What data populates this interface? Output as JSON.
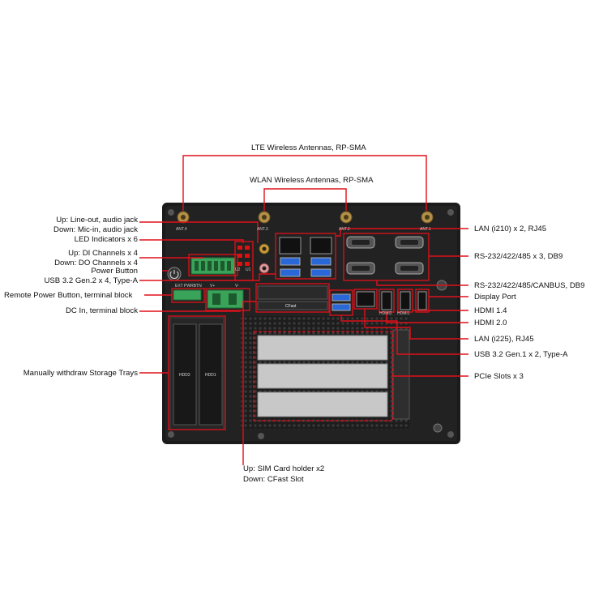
{
  "callouts": {
    "lte": "LTE Wireless Antennas, RP-SMA",
    "wlan": "WLAN Wireless Antennas, RP-SMA",
    "audio_up": "Up: Line-out, audio jack",
    "audio_down": "Down: Mic-in, audio jack",
    "led": "LED Indicators x 6",
    "di": "Up: DI Channels x 4",
    "do": "Down: DO Channels x 4",
    "power": "Power Button",
    "usb32": "USB 3.2 Gen.2 x 4, Type-A",
    "remote_power": "Remote Power Button, terminal block",
    "dc_in": "DC In, terminal block",
    "storage": "Manually withdraw Storage Trays",
    "sim_up": "Up: SIM Card holder x2",
    "sim_down": "Down: CFast Slot",
    "lan_i210": "LAN (i210) x 2, RJ45",
    "rs232x3": "RS-232/422/485 x 3, DB9",
    "rs232_can": "RS-232/422/485/CANBUS, DB9",
    "displayport": "Display Port",
    "hdmi14": "HDMI 1.4",
    "hdmi20": "HDMI 2.0",
    "lan_i225": "LAN (i225), RJ45",
    "usb32g1": "USB 3.2 Gen.1 x 2, Type-A",
    "pcie": "PCIe Slots x 3"
  },
  "panel": {
    "ant4": "ANT.4",
    "ant3": "ANT.3",
    "ant2": "ANT.2",
    "ant1": "ANT.1",
    "ext_pwr": "EXT PWRBTN",
    "v_plus": "V+",
    "v_minus": "V-",
    "cfast": "CFast",
    "hdd2": "HDD2",
    "hdd1": "HDD1",
    "u2": "U2",
    "u1": "U1",
    "hdmi2": "HDMI2",
    "hdmi1": "HDMI1"
  },
  "colors": {
    "callout_line": "#e0101a",
    "chassis": "#1b1b1b",
    "panel": "#262626"
  }
}
